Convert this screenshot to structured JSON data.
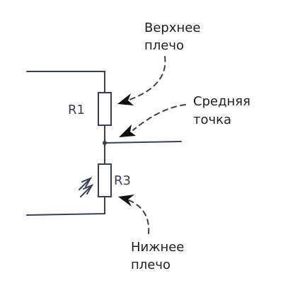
{
  "diagram": {
    "upper_arm_label": [
      "Верхнее",
      "плечо"
    ],
    "midpoint_label": [
      "Средняя",
      "точка"
    ],
    "lower_arm_label": [
      "Нижнее",
      "плечо"
    ],
    "r1_label": "R1",
    "r3_label": "R3"
  },
  "colors": {
    "wire": "#3a3f55",
    "arrow": "#111111",
    "text": "#1e1e1e"
  }
}
